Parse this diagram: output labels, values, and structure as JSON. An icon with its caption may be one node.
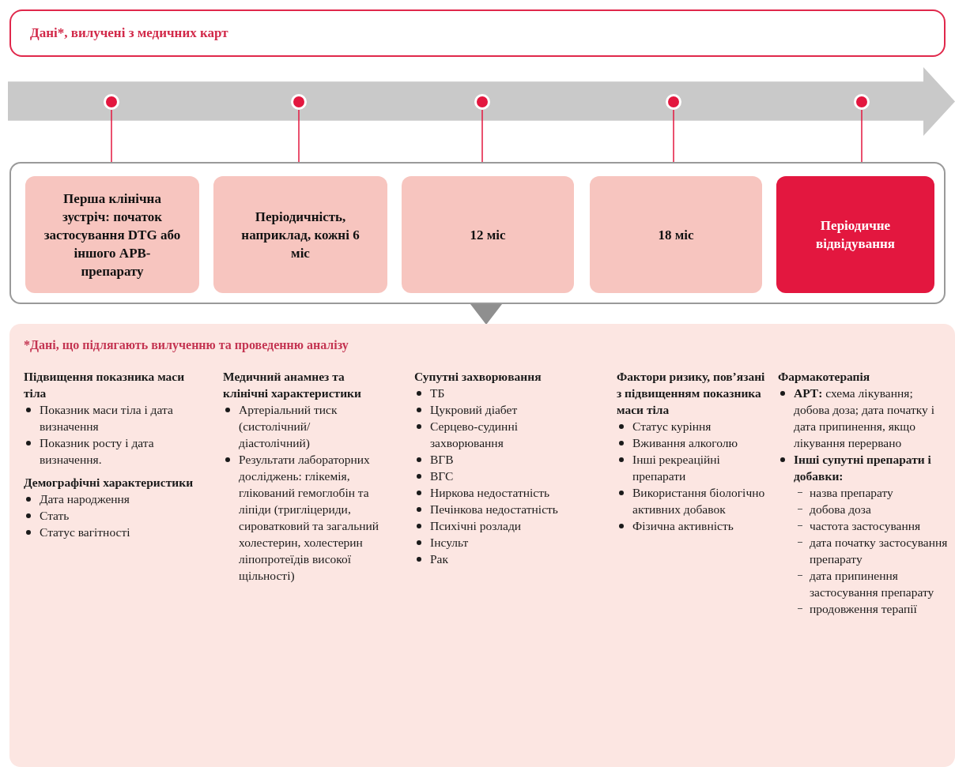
{
  "diagram": {
    "nodes": [
      {
        "text": [
          "Дані*, вилучені з медичних карт"
        ]
      },
      {
        "text": [],
        "shape": "arrow"
      },
      {
        "text": [],
        "shape": "circle",
        "in": 1
      },
      {
        "text": [],
        "shape": "circle",
        "in": 1
      },
      {
        "text": [],
        "shape": "circle",
        "in": 1
      },
      {
        "text": [],
        "shape": "circle",
        "in": 1
      },
      {
        "text": [],
        "shape": "circle",
        "in": 1
      },
      {
        "text": [],
        "shape": "box"
      },
      {
        "text": [
          "Перша клінічна зустріч: початок застосування DTG або іншого АРВ-препарату"
        ],
        "in": 7
      },
      {
        "text": [
          "Періодичність, наприклад, кожні 6 міс"
        ],
        "in": 7
      },
      {
        "text": [
          "12 міс"
        ],
        "in": 7
      },
      {
        "text": [
          "18 міс"
        ],
        "in": 7
      },
      {
        "text": [
          "Періодичне відвідування"
        ],
        "in": 7
      },
      {
        "text": [
          "*Дані, що підлягають вилученню та проведенню аналізу",
          "Підвищення показника маси тіла",
          "Показник маси тіла і дата визначення",
          "Показник росту і дата визначення.",
          "Демографічні характеристики",
          "Дата народження",
          "Стать",
          "Статус вагітності",
          "Медичний анамнез та клінічні характеристики",
          "Артеріальний тиск (систолічний/ діастолічний)",
          "Результати лабораторних досліджень: глікемія, глікований гемоглобін та ліпіди (тригліцериди, сироватковий та загальний холестерин, холестерин ліпопротеїдів високої щільності)",
          "Супутні захворювання",
          "ТБ",
          "Цукровий діабет",
          "Серцево-судинні захворювання",
          "ВГВ",
          "ВГС",
          "Ниркова недостатність",
          "Печінкова недостатність",
          "Психічні розлади",
          "Інсульт",
          "Рак",
          "Фактори ризику, пов’язані з підвищенням показника маси тіла",
          "Статус куріння",
          "Вживання алкоголю",
          "Інші рекреаційні препарати",
          "Використання біологічно активних добавок",
          "Фізична активність",
          "Фармакотерапія",
          "**АРТ:** схема лікування; добова доза; дата початку і дата припинення, якщо лікування перервано",
          "Інші супутні препарати і добавки:",
          "назва препарату",
          "добова доза",
          "частота застосування",
          "дата початку застосування препарату",
          "дата припинення застосування препарату",
          "продовження терапії"
        ]
      }
    ],
    "edges": [
      {
        "from": 2,
        "to": 8,
        "arrow": "to"
      },
      {
        "from": 3,
        "to": 9,
        "arrow": "to"
      },
      {
        "from": 4,
        "to": 10,
        "arrow": "to"
      },
      {
        "from": 5,
        "to": 11,
        "arrow": "to"
      },
      {
        "from": 6,
        "to": 12,
        "arrow": "to"
      },
      {
        "from": 7,
        "to": 13,
        "arrow": "to",
        "color": "#8f8f8f"
      }
    ]
  }
}
